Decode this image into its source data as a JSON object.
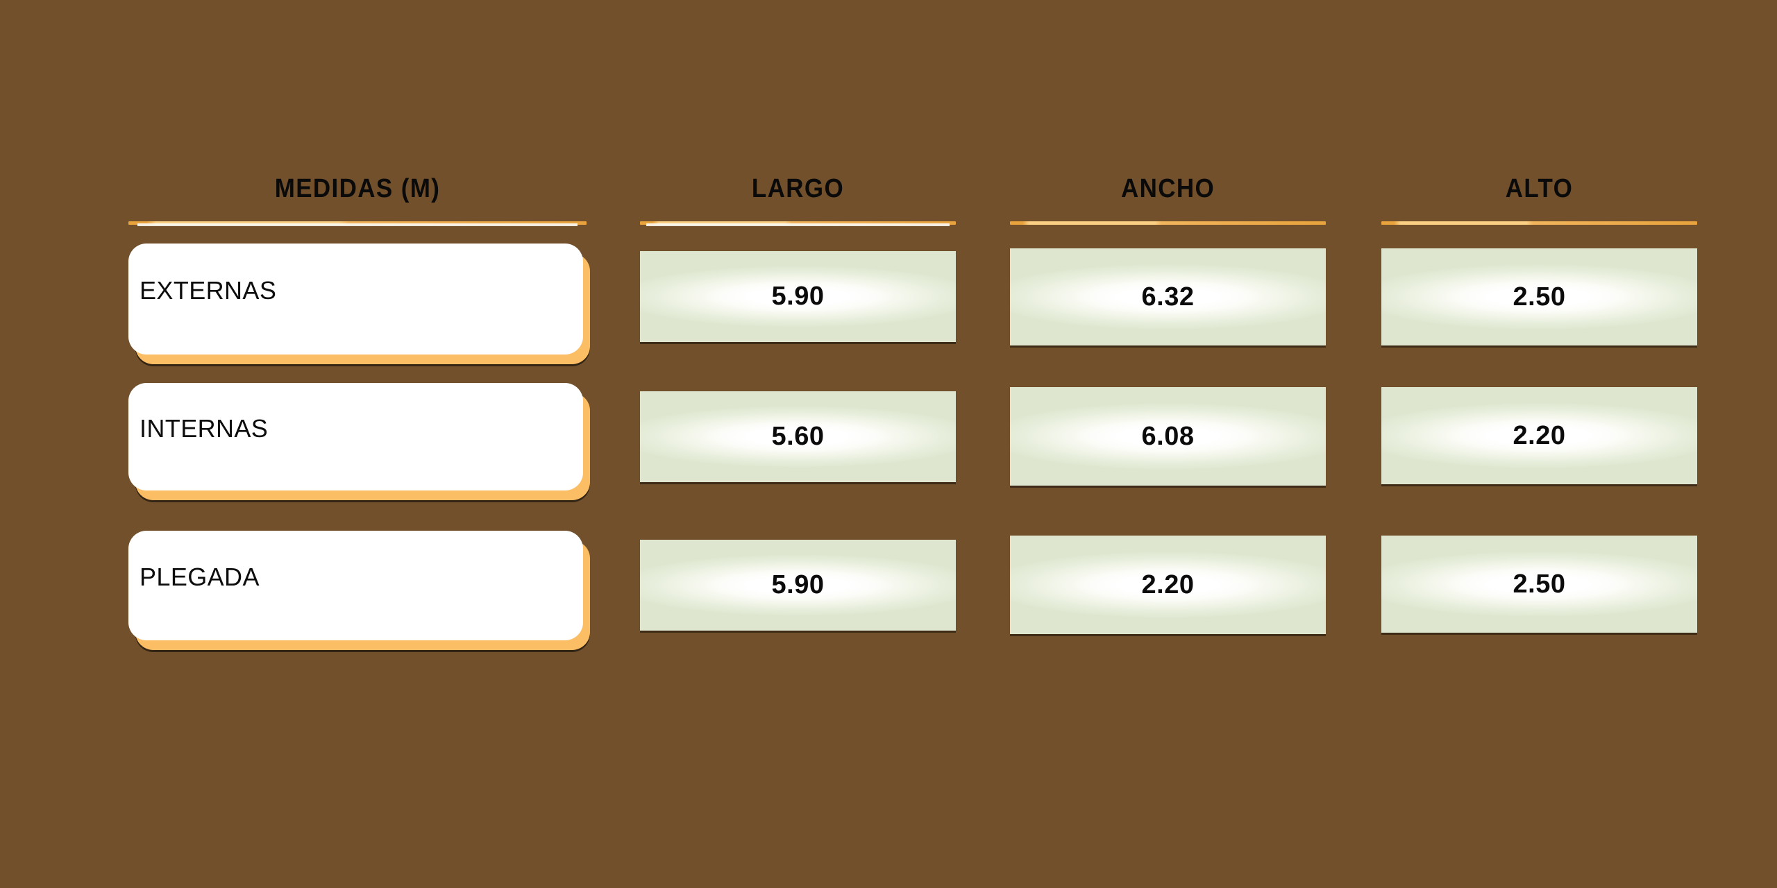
{
  "page": {
    "background_color": "#72502B",
    "accent_gold": "#E8A33D",
    "card_shadow_amber": "#FCBE64",
    "value_card_edge_tint": "#DFE6D0"
  },
  "table": {
    "columns": [
      {
        "key": "medidas",
        "header": "MEDIDAS (M)"
      },
      {
        "key": "largo",
        "header": "LARGO"
      },
      {
        "key": "ancho",
        "header": "ANCHO"
      },
      {
        "key": "alto",
        "header": "ALTO"
      }
    ],
    "rows": [
      {
        "label": "EXTERNAS",
        "largo": "5.90",
        "ancho": "6.32",
        "alto": "2.50"
      },
      {
        "label": "INTERNAS",
        "largo": "5.60",
        "ancho": "6.08",
        "alto": "2.20"
      },
      {
        "label": "PLEGADA",
        "largo": "5.90",
        "ancho": "2.20",
        "alto": "2.50"
      }
    ]
  },
  "chart_data": {
    "type": "table",
    "title": "MEDIDAS (M)",
    "columns": [
      "MEDIDAS (M)",
      "LARGO",
      "ANCHO",
      "ALTO"
    ],
    "rows": [
      [
        "EXTERNAS",
        5.9,
        6.32,
        2.5
      ],
      [
        "INTERNAS",
        5.6,
        6.08,
        2.2
      ],
      [
        "PLEGADA",
        5.9,
        2.2,
        2.5
      ]
    ],
    "units": "m",
    "xlabel": "",
    "ylabel": ""
  }
}
